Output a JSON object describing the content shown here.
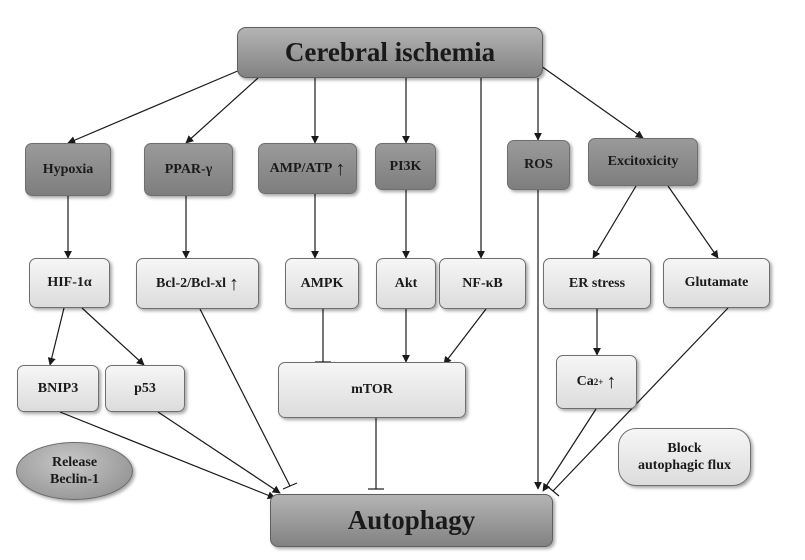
{
  "nodes": {
    "cerebral_ischemia": "Cerebral ischemia",
    "hypoxia": "Hypoxia",
    "ppar": "PPAR-γ",
    "amp_atp": "AMP/ATP",
    "pi3k": "PI3K",
    "ros": "ROS",
    "excitoxicity": "Excitoxicity",
    "hif": "HIF-1α",
    "bcl": "Bcl-2/Bcl-xl",
    "ampk": "AMPK",
    "akt": "Akt",
    "nfkb": "NF-κB",
    "er_stress": "ER stress",
    "glutamate": "Glutamate",
    "bnip3": "BNIP3",
    "p53": "p53",
    "mtor": "mTOR",
    "ca": "Ca",
    "ca_sup": "2+",
    "up_arrow": "↑",
    "release_line1": "Release",
    "release_line2": "Beclin-1",
    "block_line1": "Block",
    "block_line2": "autophagic flux",
    "autophagy": "Autophagy"
  }
}
